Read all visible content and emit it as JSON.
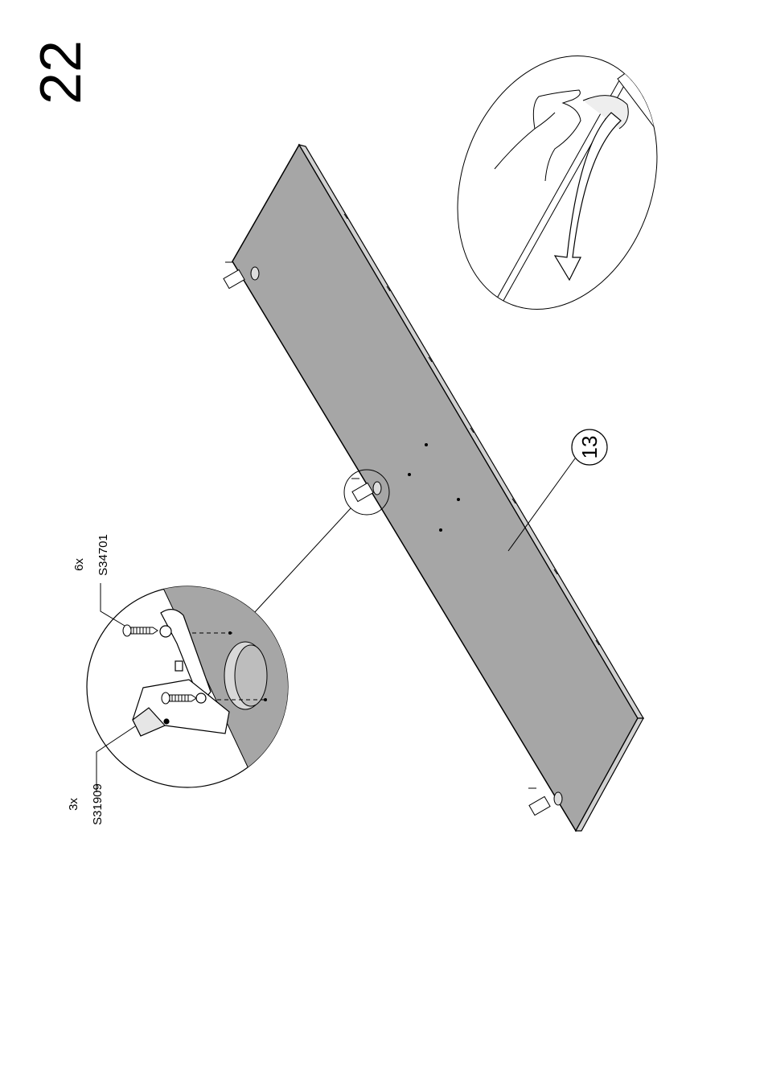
{
  "step_number": "22",
  "part_label": "13",
  "hardware": [
    {
      "qty": "6x",
      "code": "S34701"
    },
    {
      "qty": "3x",
      "code": "S31909"
    }
  ],
  "colors": {
    "panel": "#a6a6a6",
    "line": "#000000",
    "background": "#ffffff"
  },
  "icons": [
    "screw-icon",
    "hinge-icon",
    "hand-icon",
    "arrow-icon"
  ]
}
